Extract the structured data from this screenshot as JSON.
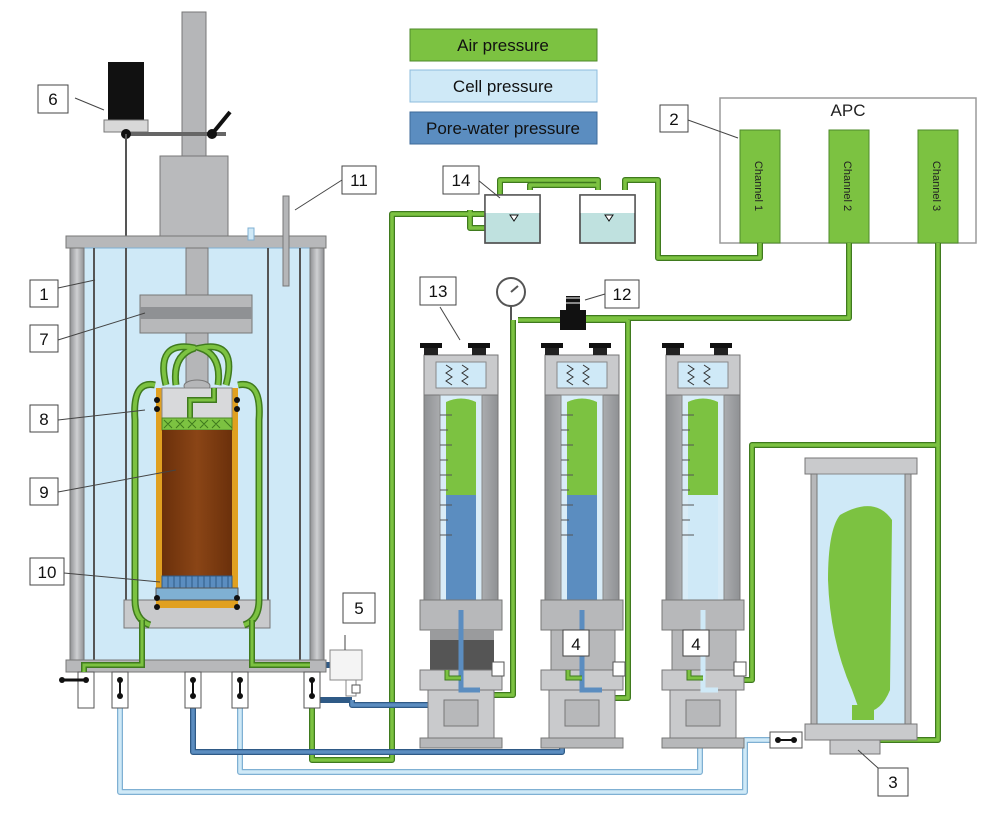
{
  "legend": {
    "air": "Air pressure",
    "cell": "Cell pressure",
    "pore": "Pore-water pressure"
  },
  "colors": {
    "air": "#7cc241",
    "air_dark": "#3f7a1e",
    "cell": "#cfe9f7",
    "cell_line": "#9ccbe8",
    "pore": "#4f83b8",
    "pore_line": "#3c6a9a",
    "steel": "#a7a9ac",
    "steel_dark": "#6d6e70",
    "soil": "#7a3b12",
    "membrane": "#e0a020"
  },
  "apc": {
    "title": "APC",
    "channels": [
      "Channel 1",
      "Channel 2",
      "Channel 3"
    ]
  },
  "callouts": [
    "1",
    "2",
    "3",
    "4",
    "4",
    "5",
    "6",
    "7",
    "8",
    "9",
    "10",
    "11",
    "12",
    "13",
    "14"
  ]
}
